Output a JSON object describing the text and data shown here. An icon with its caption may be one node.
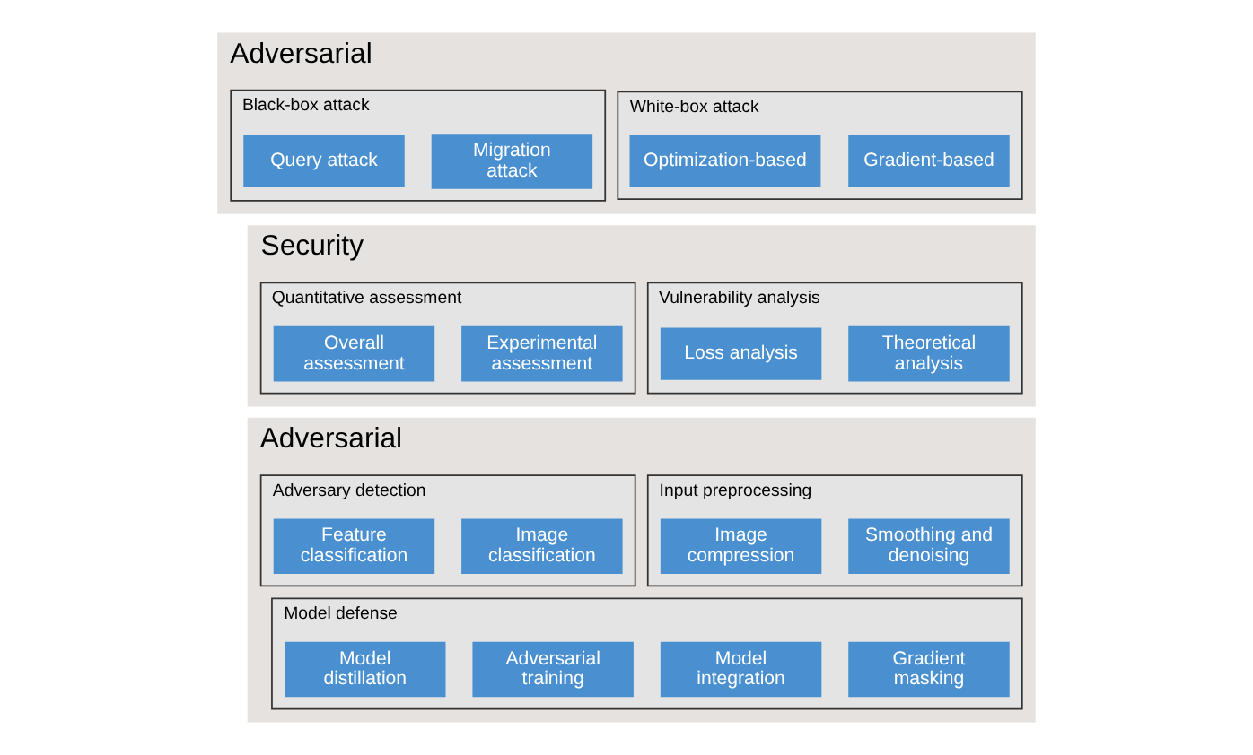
{
  "diagram": {
    "nodes": [
      {
        "text": [
          "Adversarial"
        ]
      },
      {
        "text": [
          "White-box attack"
        ],
        "in": 0
      },
      {
        "text": [
          "Gradient-based"
        ],
        "in": 1
      },
      {
        "text": [
          "Optimization-based"
        ],
        "in": 1
      },
      {
        "text": [
          "Black-box attack"
        ],
        "in": 0
      },
      {
        "text": [
          "Migration attack"
        ],
        "in": 4
      },
      {
        "text": [
          "Query attack"
        ],
        "in": 4
      },
      {
        "text": [
          "Security"
        ]
      },
      {
        "text": [
          "Vulnerability analysis"
        ],
        "in": 7
      },
      {
        "text": [
          "Theoretical analysis"
        ],
        "in": 8
      },
      {
        "text": [
          "Loss analysis"
        ],
        "in": 8
      },
      {
        "text": [
          "Quantitative assessment"
        ],
        "in": 7
      },
      {
        "text": [
          "Experimental assessment"
        ],
        "in": 11
      },
      {
        "text": [
          "Overall assessment"
        ],
        "in": 11
      },
      {
        "text": [
          "Adversarial"
        ]
      },
      {
        "text": [
          "Input preprocessing"
        ],
        "in": 14
      },
      {
        "text": [
          "Smoothing and denoising"
        ],
        "in": 15
      },
      {
        "text": [
          "Image compression"
        ],
        "in": 15
      },
      {
        "text": [
          "Adversary detection"
        ],
        "in": 14
      },
      {
        "text": [
          "Image classification"
        ],
        "in": 18
      },
      {
        "text": [
          "Feature classification"
        ],
        "in": 18
      },
      {
        "text": [
          "Model defense"
        ],
        "in": 14
      },
      {
        "text": [
          "Gradient masking"
        ],
        "in": 21
      },
      {
        "text": [
          "Model integration"
        ],
        "in": 21
      },
      {
        "text": [
          "Adversarial training"
        ],
        "in": 21
      },
      {
        "text": [
          "Model distillation"
        ],
        "in": 21
      }
    ],
    "edges": []
  }
}
